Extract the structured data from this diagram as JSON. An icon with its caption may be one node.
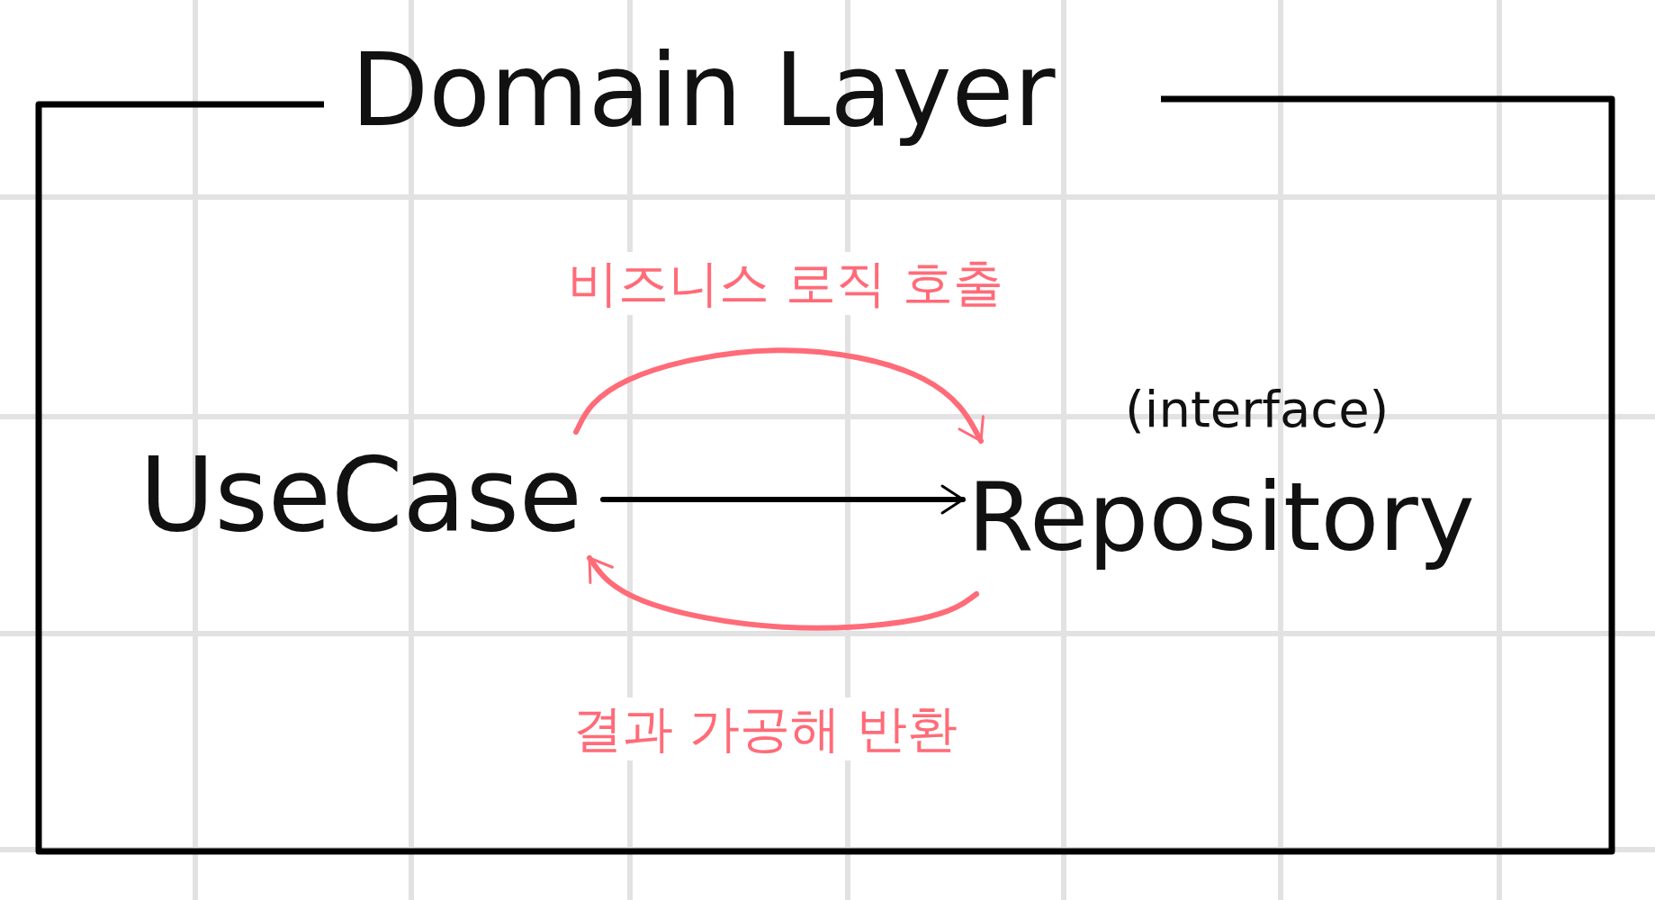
{
  "diagram": {
    "nodes": [
      {
        "text": [
          "Domain Layer"
        ]
      },
      {
        "text": [
          "UseCase"
        ],
        "in": 0
      },
      {
        "text": [
          "Repository"
        ],
        "in": 0,
        "beside": [
          "(interface)"
        ]
      }
    ],
    "edges": [
      {
        "from": 1,
        "to": 2,
        "arrow": "to",
        "color": "#000000"
      },
      {
        "from": 1,
        "to": 2,
        "arrow": "to",
        "label": "비즈니스 로직 호출"
      },
      {
        "from": 2,
        "to": 1,
        "arrow": "to",
        "label": "결과 가공해 반환"
      }
    ]
  }
}
